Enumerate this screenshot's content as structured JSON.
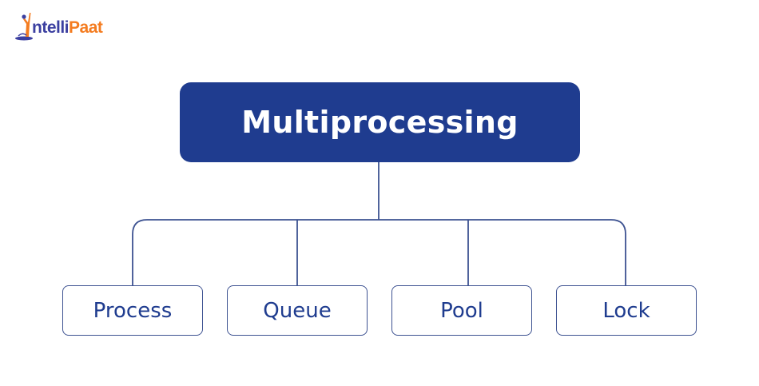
{
  "brand": {
    "logo_prefix": "ntelli",
    "logo_suffix": "Paat",
    "colors": {
      "primary": "#3b3fa0",
      "accent": "#f47c20"
    }
  },
  "diagram": {
    "root": {
      "label": "Multiprocessing",
      "fill": "#1f3c8f"
    },
    "children": [
      {
        "label": "Process"
      },
      {
        "label": "Queue"
      },
      {
        "label": "Pool"
      },
      {
        "label": "Lock"
      }
    ],
    "line_color": "#3d5291"
  }
}
